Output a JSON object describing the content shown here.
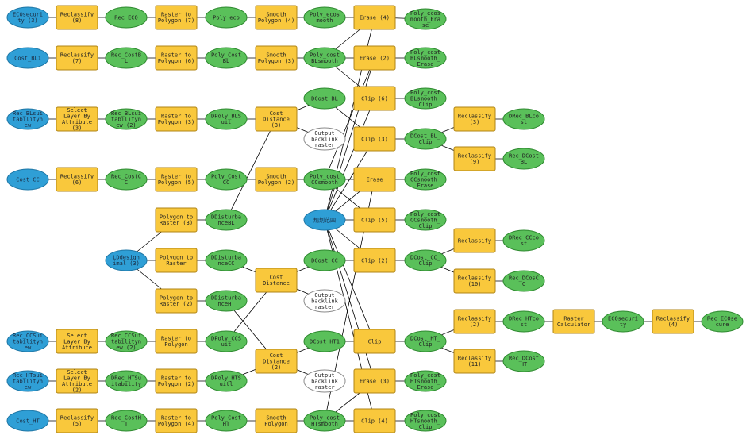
{
  "diagram": {
    "nodes": [
      {
        "id": "in_eco",
        "kind": "input",
        "label": "ECOsecuri\nty (3)"
      },
      {
        "id": "rc8",
        "kind": "process",
        "label": "Reclassify\n(8)"
      },
      {
        "id": "rec_eco",
        "kind": "data",
        "label": "Rec_ECO"
      },
      {
        "id": "r2p7",
        "kind": "process",
        "label": "Raster to\nPolygon (7)"
      },
      {
        "id": "poly_eco",
        "kind": "data",
        "label": "Poly_eco"
      },
      {
        "id": "sp4",
        "kind": "process",
        "label": "Smooth\nPolygon (4)"
      },
      {
        "id": "poly_ecosm",
        "kind": "data",
        "label": "Poly_ecos\nmooth"
      },
      {
        "id": "erase4",
        "kind": "process",
        "label": "Erase (4)"
      },
      {
        "id": "poly_ecosm_er",
        "kind": "data",
        "label": "Poly_ecos\nmooth_Era\nse"
      },
      {
        "id": "in_costbl",
        "kind": "input",
        "label": "Cost_BL1"
      },
      {
        "id": "rc7",
        "kind": "process",
        "label": "Reclassify\n(7)"
      },
      {
        "id": "rec_costbl",
        "kind": "data",
        "label": "Rec_CostB\nL"
      },
      {
        "id": "r2p6",
        "kind": "process",
        "label": "Raster to\nPolygon (6)"
      },
      {
        "id": "poly_costbl",
        "kind": "data",
        "label": "Poly_Cost\nBL"
      },
      {
        "id": "sp3",
        "kind": "process",
        "label": "Smooth\nPolygon (3)"
      },
      {
        "id": "poly_costblsm",
        "kind": "data",
        "label": "Poly_cost\nBLsmooth"
      },
      {
        "id": "erase2",
        "kind": "process",
        "label": "Erase (2)"
      },
      {
        "id": "poly_costblsm_er",
        "kind": "data",
        "label": "Poly_cost\nBLsmooth_\nErase"
      },
      {
        "id": "in_blsuit",
        "kind": "input",
        "label": "Rec_BLsui\ntabilityn\new"
      },
      {
        "id": "sel3",
        "kind": "process",
        "label": "Select\nLayer By\nAttribute\n(3)"
      },
      {
        "id": "rec_blsuit",
        "kind": "data",
        "label": "Rec_BLsui\ntabilityn\new (2)"
      },
      {
        "id": "r2p3",
        "kind": "process",
        "label": "Raster to\nPolygon (3)"
      },
      {
        "id": "dpoly_bls",
        "kind": "data",
        "label": "DPoly_BLS\nuit"
      },
      {
        "id": "cd3",
        "kind": "process",
        "label": "Cost\nDistance\n(3)"
      },
      {
        "id": "dcost_bl",
        "kind": "data",
        "label": "DCost_BL"
      },
      {
        "id": "obr1",
        "kind": "output",
        "label": "Output\nbacklink\nraster"
      },
      {
        "id": "clip6",
        "kind": "process",
        "label": "Clip (6)"
      },
      {
        "id": "poly_costblsm_clip",
        "kind": "data",
        "label": "Poly_cost\nBLsmooth_\nClip"
      },
      {
        "id": "clip3",
        "kind": "process",
        "label": "Clip (3)"
      },
      {
        "id": "dcost_bl_clip",
        "kind": "data",
        "label": "DCost_BL_\nClip"
      },
      {
        "id": "rc3",
        "kind": "process",
        "label": "Reclassify\n(3)"
      },
      {
        "id": "drec_blcost",
        "kind": "data",
        "label": "DRec_BLco\nst"
      },
      {
        "id": "rc9",
        "kind": "process",
        "label": "Reclassify\n(9)"
      },
      {
        "id": "rec_dcostbl",
        "kind": "data",
        "label": "Rec_DCost\nBL"
      },
      {
        "id": "in_costcc",
        "kind": "input",
        "label": "Cost_CC"
      },
      {
        "id": "rc6",
        "kind": "process",
        "label": "Reclassify\n(6)"
      },
      {
        "id": "rec_costcc",
        "kind": "data",
        "label": "Rec_CostC\nC"
      },
      {
        "id": "r2p5",
        "kind": "process",
        "label": "Raster to\nPolygon (5)"
      },
      {
        "id": "poly_costcc",
        "kind": "data",
        "label": "Poly_Cost\nCC"
      },
      {
        "id": "sp2",
        "kind": "process",
        "label": "Smooth\nPolygon (2)"
      },
      {
        "id": "poly_costccsm",
        "kind": "data",
        "label": "Poly_cost\nCCsmooth"
      },
      {
        "id": "erase",
        "kind": "process",
        "label": "Erase"
      },
      {
        "id": "poly_costccsm_er",
        "kind": "data",
        "label": "Poly_cost\nCCsmooth_\nErase"
      },
      {
        "id": "p2r3",
        "kind": "process",
        "label": "Polygon to\nRaster (3)"
      },
      {
        "id": "ddist_bl",
        "kind": "data",
        "label": "DDisturba\nnceBL"
      },
      {
        "id": "plan",
        "kind": "input",
        "label": "规划范围"
      },
      {
        "id": "clip5",
        "kind": "process",
        "label": "Clip (5)"
      },
      {
        "id": "poly_costccsm_clip",
        "kind": "data",
        "label": "Poly_cost\nCCsmooth_\nClip"
      },
      {
        "id": "in_ld",
        "kind": "input",
        "label": "LDdesign\nimal (3)"
      },
      {
        "id": "p2r",
        "kind": "process",
        "label": "Polygon to\nRaster"
      },
      {
        "id": "ddist_cc",
        "kind": "data",
        "label": "DDisturba\nnceCC"
      },
      {
        "id": "cd",
        "kind": "process",
        "label": "Cost\nDistance"
      },
      {
        "id": "dcost_cc",
        "kind": "data",
        "label": "DCost_CC"
      },
      {
        "id": "obr2",
        "kind": "output",
        "label": "Output\nbacklink\nraster"
      },
      {
        "id": "clip2",
        "kind": "process",
        "label": "Clip (2)"
      },
      {
        "id": "dcost_cc_clip",
        "kind": "data",
        "label": "DCost_CC_\nClip"
      },
      {
        "id": "rc_cc",
        "kind": "process",
        "label": "Reclassify"
      },
      {
        "id": "drec_cccost",
        "kind": "data",
        "label": "DRec_CCco\nst"
      },
      {
        "id": "rc10",
        "kind": "process",
        "label": "Reclassify\n(10)"
      },
      {
        "id": "rec_dcostcc",
        "kind": "data",
        "label": "Rec_DCosC\nC"
      },
      {
        "id": "p2r2",
        "kind": "process",
        "label": "Polygon to\nRaster (2)"
      },
      {
        "id": "ddist_ht",
        "kind": "data",
        "label": "DDisturba\nnceHT"
      },
      {
        "id": "in_ccsuit",
        "kind": "input",
        "label": "Rec_CCSui\ntabilityn\new"
      },
      {
        "id": "sel",
        "kind": "process",
        "label": "Select\nLayer By\nAttribute"
      },
      {
        "id": "rec_ccsuit",
        "kind": "data",
        "label": "Rec_CCSui\ntabilityn\new (2)"
      },
      {
        "id": "r2p",
        "kind": "process",
        "label": "Raster to\nPolygon"
      },
      {
        "id": "dpoly_ccs",
        "kind": "data",
        "label": "DPoly_CCS\nuit"
      },
      {
        "id": "cd2",
        "kind": "process",
        "label": "Cost\nDistance\n(2)"
      },
      {
        "id": "dcost_ht",
        "kind": "data",
        "label": "DCost_HT1"
      },
      {
        "id": "obr3",
        "kind": "output",
        "label": "Output\nbacklink\nraster"
      },
      {
        "id": "clip",
        "kind": "process",
        "label": "Clip"
      },
      {
        "id": "dcost_ht_clip",
        "kind": "data",
        "label": "DCost_HT_\nClip"
      },
      {
        "id": "rc2",
        "kind": "process",
        "label": "Reclassify\n(2)"
      },
      {
        "id": "drec_htcost",
        "kind": "data",
        "label": "DRec_HTco\nst"
      },
      {
        "id": "rcalc",
        "kind": "process",
        "label": "Raster\nCalculator"
      },
      {
        "id": "ecosec",
        "kind": "data",
        "label": "ECOsecuri\nty"
      },
      {
        "id": "rc4",
        "kind": "process",
        "label": "Reclassify\n(4)"
      },
      {
        "id": "rec_ecosec",
        "kind": "data",
        "label": "Rec_ECOse\ncure"
      },
      {
        "id": "rc11",
        "kind": "process",
        "label": "Reclassify\n(11)"
      },
      {
        "id": "rec_dcostht",
        "kind": "data",
        "label": "Rec_DCost\nHT"
      },
      {
        "id": "in_htsuit",
        "kind": "input",
        "label": "Rec_HTsui\ntabilityn\new"
      },
      {
        "id": "sel2",
        "kind": "process",
        "label": "Select\nLayer By\nAttribute\n(2)"
      },
      {
        "id": "drec_htsuit",
        "kind": "data",
        "label": "DRec_HTSu\nitability"
      },
      {
        "id": "r2p2",
        "kind": "process",
        "label": "Raster to\nPolygon (2)"
      },
      {
        "id": "dpoly_hts",
        "kind": "data",
        "label": "DPoly_HTS\nuitl"
      },
      {
        "id": "obr_dummy",
        "kind": "none",
        "label": ""
      },
      {
        "id": "erase3",
        "kind": "process",
        "label": "Erase (3)"
      },
      {
        "id": "poly_costhtsm_er",
        "kind": "data",
        "label": "Poly_cost\nHTsmooth_\nErase"
      },
      {
        "id": "in_costht",
        "kind": "input",
        "label": "Cost_HT"
      },
      {
        "id": "rc5",
        "kind": "process",
        "label": "Reclassify\n(5)"
      },
      {
        "id": "rec_costht",
        "kind": "data",
        "label": "Rec_CostH\nT"
      },
      {
        "id": "r2p4",
        "kind": "process",
        "label": "Raster to\nPolygon (4)"
      },
      {
        "id": "poly_costht",
        "kind": "data",
        "label": "Poly_Cost\nHT"
      },
      {
        "id": "sp",
        "kind": "process",
        "label": "Smooth\nPolygon"
      },
      {
        "id": "poly_costhtsm",
        "kind": "data",
        "label": "Poly_cost\nHTsmooth"
      },
      {
        "id": "clip4",
        "kind": "process",
        "label": "Clip (4)"
      },
      {
        "id": "poly_costhtsm_clip",
        "kind": "data",
        "label": "Poly_cost\nHTsmooth_\nClip"
      }
    ],
    "edges": [
      [
        "in_eco",
        "rc8"
      ],
      [
        "rc8",
        "rec_eco"
      ],
      [
        "rec_eco",
        "r2p7"
      ],
      [
        "r2p7",
        "poly_eco"
      ],
      [
        "poly_eco",
        "sp4"
      ],
      [
        "sp4",
        "poly_ecosm"
      ],
      [
        "poly_ecosm",
        "erase4"
      ],
      [
        "erase4",
        "poly_ecosm_er"
      ],
      [
        "in_costbl",
        "rc7"
      ],
      [
        "rc7",
        "rec_costbl"
      ],
      [
        "rec_costbl",
        "r2p6"
      ],
      [
        "r2p6",
        "poly_costbl"
      ],
      [
        "poly_costbl",
        "sp3"
      ],
      [
        "sp3",
        "poly_costblsm"
      ],
      [
        "poly_costblsm",
        "erase2"
      ],
      [
        "erase2",
        "poly_costblsm_er"
      ],
      [
        "poly_costblsm",
        "erase4"
      ],
      [
        "poly_costblsm",
        "clip6"
      ],
      [
        "clip6",
        "poly_costblsm_clip"
      ],
      [
        "in_blsuit",
        "sel3"
      ],
      [
        "sel3",
        "rec_blsuit"
      ],
      [
        "rec_blsuit",
        "r2p3"
      ],
      [
        "r2p3",
        "dpoly_bls"
      ],
      [
        "dpoly_bls",
        "cd3"
      ],
      [
        "cd3",
        "dcost_bl"
      ],
      [
        "cd3",
        "obr1"
      ],
      [
        "dcost_bl",
        "clip3"
      ],
      [
        "clip3",
        "dcost_bl_clip"
      ],
      [
        "dcost_bl_clip",
        "rc3"
      ],
      [
        "rc3",
        "drec_blcost"
      ],
      [
        "dcost_bl_clip",
        "rc9"
      ],
      [
        "rc9",
        "rec_dcostbl"
      ],
      [
        "in_costcc",
        "rc6"
      ],
      [
        "rc6",
        "rec_costcc"
      ],
      [
        "rec_costcc",
        "r2p5"
      ],
      [
        "r2p5",
        "poly_costcc"
      ],
      [
        "poly_costcc",
        "sp2"
      ],
      [
        "sp2",
        "poly_costccsm"
      ],
      [
        "poly_costccsm",
        "erase"
      ],
      [
        "erase",
        "poly_costccsm_er"
      ],
      [
        "poly_costccsm",
        "clip5"
      ],
      [
        "clip5",
        "poly_costccsm_clip"
      ],
      [
        "poly_costccsm",
        "erase2"
      ],
      [
        "in_ld",
        "p2r3"
      ],
      [
        "in_ld",
        "p2r"
      ],
      [
        "in_ld",
        "p2r2"
      ],
      [
        "p2r3",
        "ddist_bl"
      ],
      [
        "ddist_bl",
        "cd3"
      ],
      [
        "p2r",
        "ddist_cc"
      ],
      [
        "ddist_cc",
        "cd"
      ],
      [
        "p2r2",
        "ddist_ht"
      ],
      [
        "ddist_ht",
        "cd2"
      ],
      [
        "cd",
        "dcost_cc"
      ],
      [
        "cd",
        "obr2"
      ],
      [
        "dcost_cc",
        "clip2"
      ],
      [
        "clip2",
        "dcost_cc_clip"
      ],
      [
        "dcost_cc_clip",
        "rc_cc"
      ],
      [
        "rc_cc",
        "drec_cccost"
      ],
      [
        "dcost_cc_clip",
        "rc10"
      ],
      [
        "rc10",
        "rec_dcostcc"
      ],
      [
        "in_ccsuit",
        "sel"
      ],
      [
        "sel",
        "rec_ccsuit"
      ],
      [
        "rec_ccsuit",
        "r2p"
      ],
      [
        "r2p",
        "dpoly_ccs"
      ],
      [
        "dpoly_ccs",
        "cd"
      ],
      [
        "in_htsuit",
        "sel2"
      ],
      [
        "sel2",
        "drec_htsuit"
      ],
      [
        "drec_htsuit",
        "r2p2"
      ],
      [
        "r2p2",
        "dpoly_hts"
      ],
      [
        "dpoly_hts",
        "cd2"
      ],
      [
        "cd2",
        "dcost_ht"
      ],
      [
        "cd2",
        "obr3"
      ],
      [
        "dcost_ht",
        "clip"
      ],
      [
        "clip",
        "dcost_ht_clip"
      ],
      [
        "dcost_ht_clip",
        "rc2"
      ],
      [
        "rc2",
        "drec_htcost"
      ],
      [
        "drec_htcost",
        "rcalc"
      ],
      [
        "rcalc",
        "ecosec"
      ],
      [
        "ecosec",
        "rc4"
      ],
      [
        "rc4",
        "rec_ecosec"
      ],
      [
        "dcost_ht_clip",
        "rc11"
      ],
      [
        "rc11",
        "rec_dcostht"
      ],
      [
        "in_costht",
        "rc5"
      ],
      [
        "rc5",
        "rec_costht"
      ],
      [
        "rec_costht",
        "r2p4"
      ],
      [
        "r2p4",
        "poly_costht"
      ],
      [
        "poly_costht",
        "sp"
      ],
      [
        "sp",
        "poly_costhtsm"
      ],
      [
        "poly_costhtsm",
        "clip4"
      ],
      [
        "clip4",
        "poly_costhtsm_clip"
      ],
      [
        "poly_costhtsm",
        "erase3"
      ],
      [
        "erase3",
        "poly_costhtsm_er"
      ],
      [
        "poly_costhtsm",
        "erase"
      ],
      [
        "plan",
        "erase4"
      ],
      [
        "plan",
        "erase2"
      ],
      [
        "plan",
        "clip6"
      ],
      [
        "plan",
        "clip3"
      ],
      [
        "plan",
        "erase"
      ],
      [
        "plan",
        "clip5"
      ],
      [
        "plan",
        "clip2"
      ],
      [
        "plan",
        "clip"
      ],
      [
        "plan",
        "erase3"
      ],
      [
        "plan",
        "clip4"
      ]
    ]
  }
}
